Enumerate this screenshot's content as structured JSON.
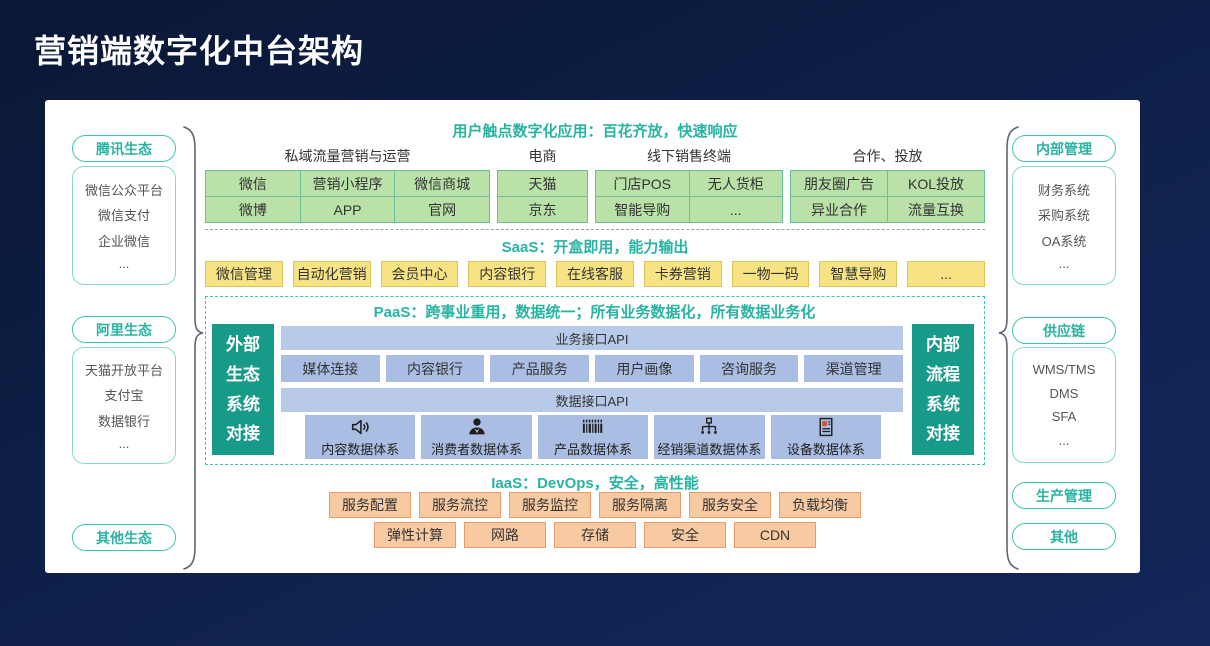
{
  "title": "营销端数字化中台架构",
  "colors": {
    "background_navy": "#0e2048",
    "accent_teal": "#2ab3a3",
    "green_cell": "#b9e1a8",
    "yellow_cell": "#f7e383",
    "blue_cell": "#a9bee2",
    "teal_block": "#189a89",
    "orange_cell": "#f8caa2",
    "device_icon_accent": "#d4502e"
  },
  "left_sidebar": {
    "groups": [
      {
        "pill": "腾讯生态",
        "items": [
          "微信公众平台",
          "微信支付",
          "企业微信",
          "..."
        ]
      },
      {
        "pill": "阿里生态",
        "items": [
          "天猫开放平台",
          "支付宝",
          "数据银行",
          "..."
        ]
      },
      {
        "pill": "其他生态",
        "items": []
      }
    ]
  },
  "right_sidebar": {
    "groups": [
      {
        "pill": "内部管理",
        "items": [
          "财务系统",
          "采购系统",
          "OA系统",
          "..."
        ]
      },
      {
        "pill": "供应链",
        "items": [
          "WMS/TMS",
          "DMS",
          "SFA",
          "..."
        ]
      },
      {
        "pill": "生产管理",
        "items": []
      },
      {
        "pill": "其他",
        "items": []
      }
    ]
  },
  "touchpoints": {
    "header": "用户触点数字化应用：百花齐放，快速响应",
    "groups": [
      {
        "label": "私域流量营销与运营",
        "rows": [
          [
            "微信",
            "营销小程序",
            "微信商城"
          ],
          [
            "微博",
            "APP",
            "官网"
          ]
        ]
      },
      {
        "label": "电商",
        "rows": [
          [
            "天猫"
          ],
          [
            "京东"
          ]
        ]
      },
      {
        "label": "线下销售终端",
        "rows": [
          [
            "门店POS",
            "无人货柜"
          ],
          [
            "智能导购",
            "..."
          ]
        ]
      },
      {
        "label": "合作、投放",
        "rows": [
          [
            "朋友圈广告",
            "KOL投放"
          ],
          [
            "异业合作",
            "流量互换"
          ]
        ]
      }
    ]
  },
  "saas": {
    "header": "SaaS：开盒即用，能力输出",
    "items": [
      "微信管理",
      "自动化营销",
      "会员中心",
      "内容银行",
      "在线客服",
      "卡券营销",
      "一物一码",
      "智慧导购",
      "..."
    ]
  },
  "paas": {
    "header": "PaaS：跨事业重用，数据统一；所有业务数据化，所有数据业务化",
    "left_box_lines": [
      "外部",
      "生态",
      "系统",
      "对接"
    ],
    "right_box_lines": [
      "内部",
      "流程",
      "系统",
      "对接"
    ],
    "business_api": "业务接口API",
    "business_items": [
      "媒体连接",
      "内容银行",
      "产品服务",
      "用户画像",
      "咨询服务",
      "渠道管理"
    ],
    "data_api": "数据接口API",
    "data_items": [
      {
        "icon": "speaker-icon",
        "label": "内容数据体系"
      },
      {
        "icon": "consumer-icon",
        "label": "消费者数据体系"
      },
      {
        "icon": "barcode-icon",
        "label": "产品数据体系"
      },
      {
        "icon": "sitemap-icon",
        "label": "经销渠道数据体系"
      },
      {
        "icon": "device-icon",
        "label": "设备数据体系"
      }
    ]
  },
  "iaas": {
    "header": "IaaS：DevOps，安全，高性能",
    "row1": [
      "服务配置",
      "服务流控",
      "服务监控",
      "服务隔离",
      "服务安全",
      "负载均衡"
    ],
    "row2": [
      "弹性计算",
      "网路",
      "存储",
      "安全",
      "CDN"
    ]
  }
}
